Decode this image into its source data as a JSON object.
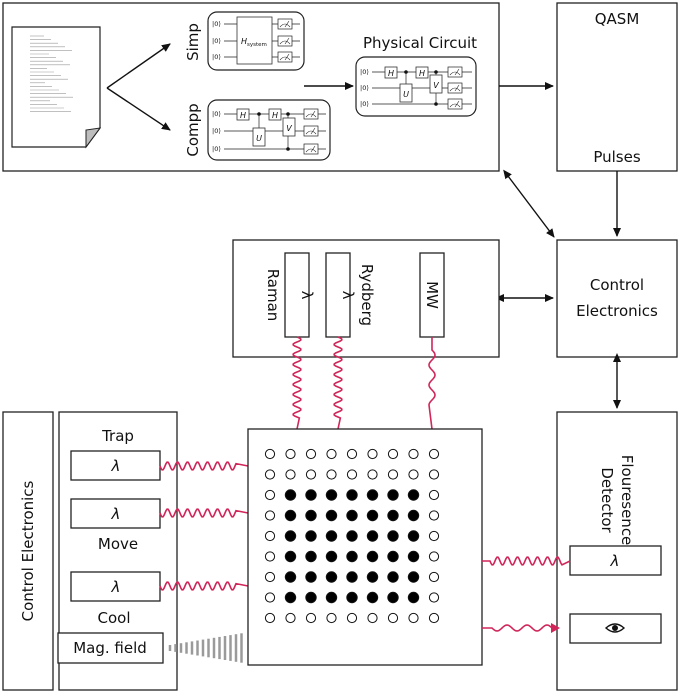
{
  "compiler": {
    "simp_label": "Simp",
    "compp_label": "Compp",
    "physical_circuit_label": "Physical Circuit",
    "qubit_ket": "|0⟩",
    "h_system": "H",
    "h_system_sub": "system",
    "gate_h": "H",
    "gate_u": "U",
    "gate_v": "V"
  },
  "qasm": {
    "top_label": "QASM",
    "bottom_label": "Pulses"
  },
  "control_electronics_right": {
    "line1": "Control",
    "line2": "Electronics"
  },
  "lasers_top": {
    "raman_label": "Raman",
    "rydberg_label": "Rydberg",
    "lambda": "λ",
    "mw_label": "MW"
  },
  "control_electronics_left": {
    "label": "Control Electronics"
  },
  "trap_panel": {
    "trap_label": "Trap",
    "move_label": "Move",
    "cool_label": "Cool",
    "lambda": "λ",
    "mag_field_label": "Mag. field"
  },
  "detector": {
    "line1": "Flouresence",
    "line2": "Detector",
    "lambda": "λ",
    "eye_icon": "eye"
  },
  "atom_array": {
    "rows": 9,
    "cols": 9,
    "filled_row_range": [
      2,
      7
    ],
    "filled_col_range": [
      1,
      7
    ]
  },
  "colors": {
    "wave": "#d0265a",
    "line": "#222222",
    "mag_gradient": "#9a9a9a"
  }
}
